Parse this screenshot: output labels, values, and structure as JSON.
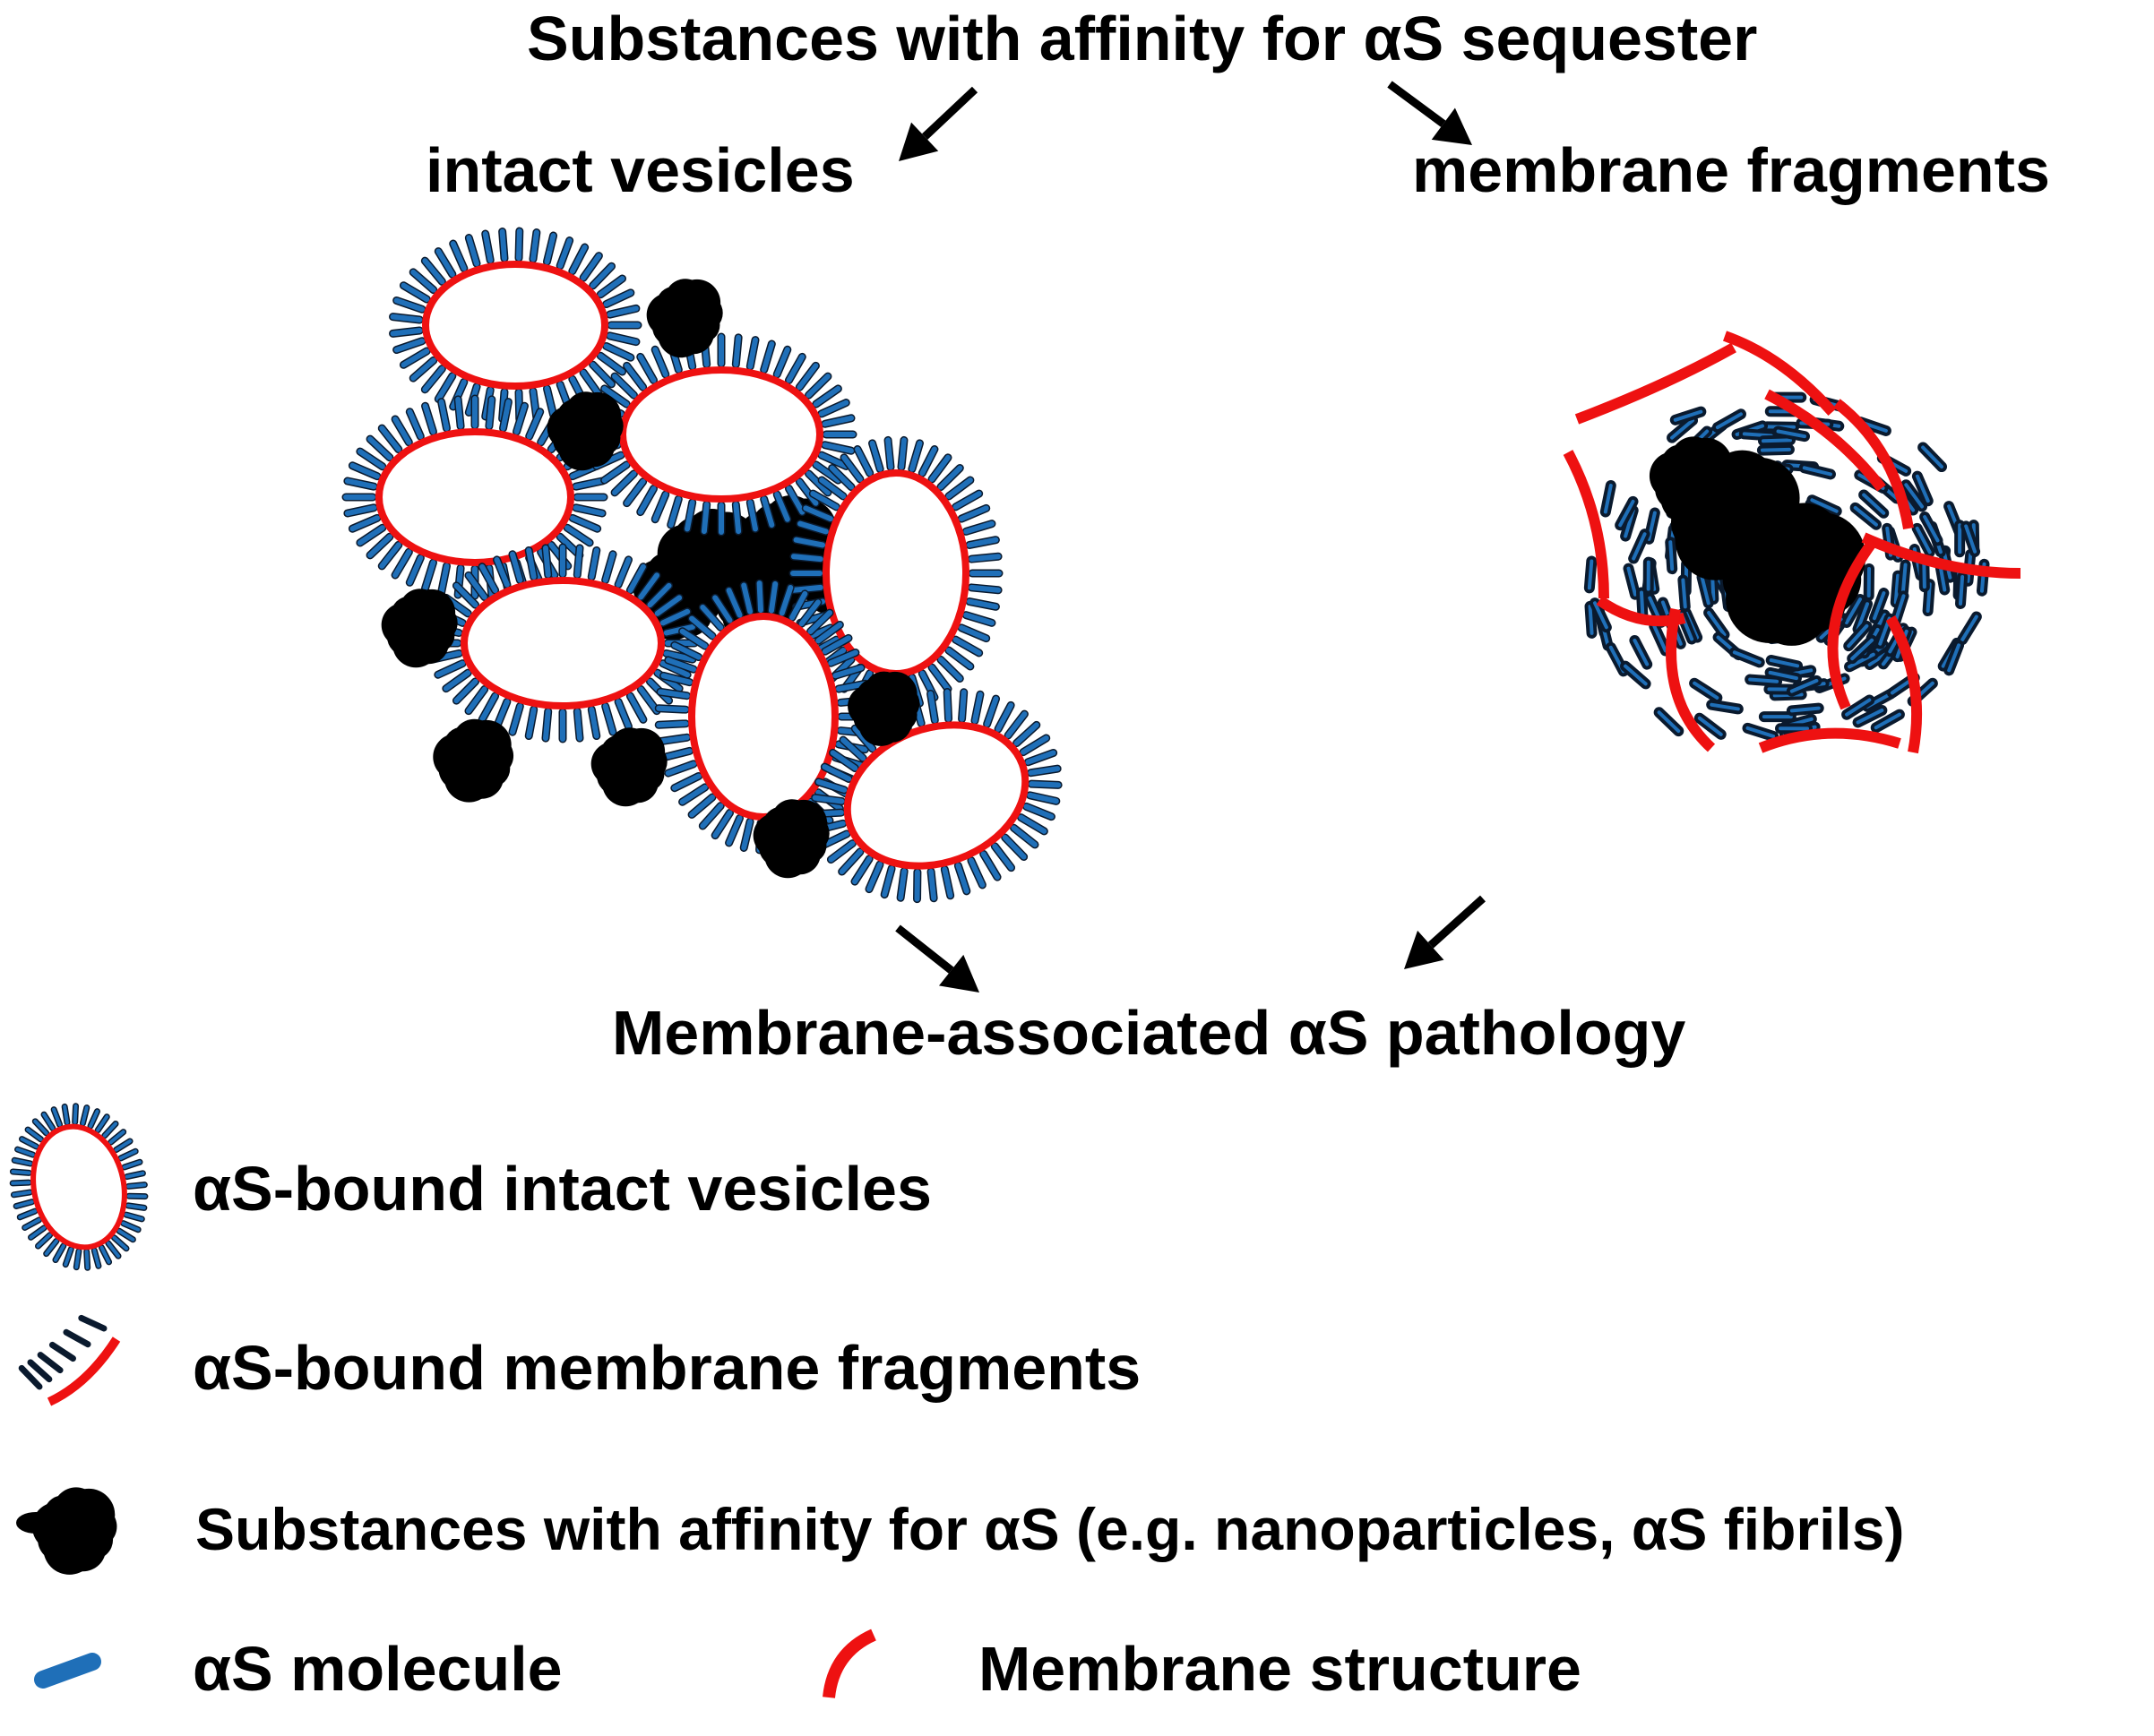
{
  "top_label": "Substances with affinity for αS sequester",
  "left_label": "intact vesicles",
  "right_label": "membrane fragments",
  "bottom_label": "Membrane-associated αS pathology",
  "legend": {
    "vesicle": "αS-bound intact vesicles",
    "fragment": "αS-bound membrane fragments",
    "substance": "Substances with affinity for αS (e.g.  nanoparticles, αS fibrils)",
    "molecule": "αS molecule",
    "membrane": "Membrane structure"
  },
  "colors": {
    "membrane": "#ee1111",
    "alpha_s": "#1f6fb8",
    "alpha_s_edge": "#0a1a2e",
    "substance": "#000000",
    "arrow": "#000000"
  }
}
